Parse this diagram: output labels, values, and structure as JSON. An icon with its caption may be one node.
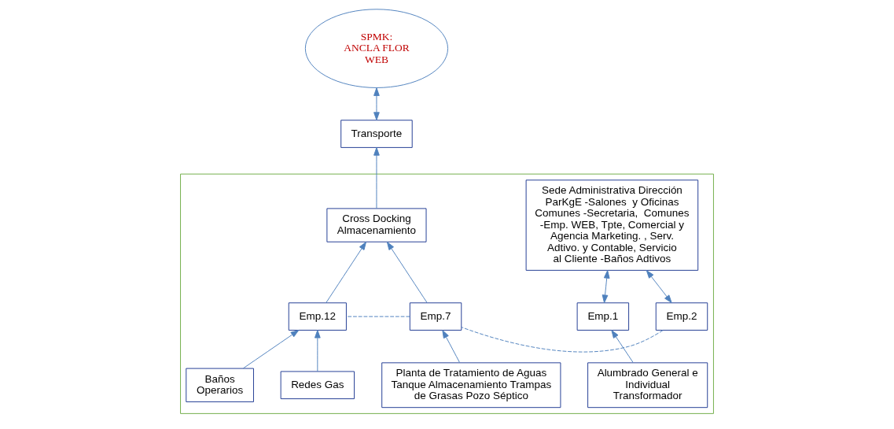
{
  "diagram": {
    "nodes": [
      {
        "text": [],
        "shape": "box"
      },
      {
        "text": [
          "Sede Administrativa Dirección ParKgE -Salones  y Oficinas Comunes -Secretaria,  Comunes -Emp. WEB, Tpte, Comercial y Agencia Marketing. , Serv. Adtivo. y Contable, Servicio al Cliente -Baños Adtivos"
        ],
        "in": 0
      },
      {
        "text": [
          "Transporte"
        ]
      },
      {
        "text": [
          "Cross Docking Almacenamiento"
        ],
        "in": 0
      },
      {
        "text": [
          "SPMK: ANCLA FLOR WEB"
        ]
      },
      {
        "text": [
          "Emp.1"
        ],
        "in": 0
      },
      {
        "text": [
          "Emp.2"
        ],
        "in": 0
      },
      {
        "text": [
          "Emp.7"
        ],
        "in": 0
      },
      {
        "text": [
          "Emp.12"
        ],
        "in": 0
      },
      {
        "text": [
          "Alumbrado General e Individual Transformador"
        ],
        "in": 0
      },
      {
        "text": [
          "Planta de Tratamiento de Aguas Tanque Almacenamiento Trampas de Grasas Pozo Séptico"
        ],
        "in": 0
      },
      {
        "text": [
          "Redes Gas"
        ],
        "in": 0
      },
      {
        "text": [
          "Baños Operarios"
        ],
        "in": 0
      }
    ],
    "edges": [
      {
        "from": 5,
        "to": 1,
        "arrow": "both"
      },
      {
        "from": 6,
        "to": 1,
        "arrow": "both"
      },
      {
        "from": 3,
        "to": 2,
        "arrow": "to"
      },
      {
        "from": 2,
        "to": 4,
        "arrow": "both"
      },
      {
        "from": 7,
        "to": 3,
        "arrow": "to"
      },
      {
        "from": 8,
        "to": 3,
        "arrow": "to"
      },
      {
        "from": 6,
        "to": 7,
        "arrow": "none",
        "style": "dashed"
      },
      {
        "from": 7,
        "to": 8,
        "arrow": "none",
        "style": "dashed"
      },
      {
        "from": 9,
        "to": 5,
        "arrow": "to"
      },
      {
        "from": 10,
        "to": 7,
        "arrow": "to"
      },
      {
        "from": 11,
        "to": 8,
        "arrow": "to"
      },
      {
        "from": 12,
        "to": 8,
        "arrow": "to"
      }
    ]
  }
}
